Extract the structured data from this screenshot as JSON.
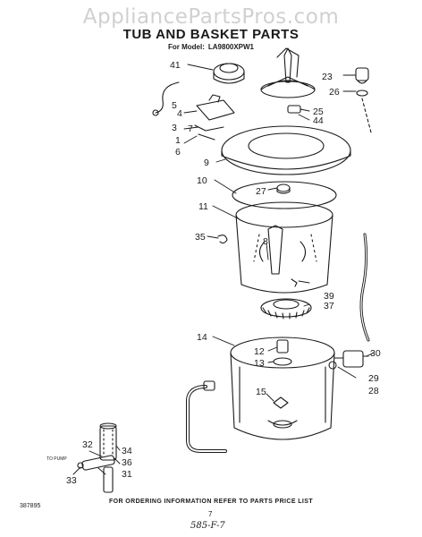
{
  "watermark": "AppliancePartsPros.com",
  "title": "TUB AND BASKET PARTS",
  "model_prefix": "For Model:",
  "model_number": "LA9800XPW1",
  "footer_note": "FOR ORDERING INFORMATION REFER TO PARTS PRICE LIST",
  "doc_number": "387895",
  "page_number": "7",
  "handwritten_code": "585-F-7",
  "drain_label": "TO PUMP",
  "callouts": {
    "c1": "1",
    "c3": "3",
    "c4": "4",
    "c5": "5",
    "c6": "6",
    "c7": "7",
    "c8": "8",
    "c9": "9",
    "c10": "10",
    "c11": "11",
    "c12": "12",
    "c13": "13",
    "c14": "14",
    "c15": "15",
    "c23": "23",
    "c25": "25",
    "c26": "26",
    "c27": "27",
    "c28": "28",
    "c29": "29",
    "c30": "30",
    "c31": "31",
    "c32": "32",
    "c33": "33",
    "c34": "34",
    "c35": "35",
    "c36": "36",
    "c37": "37",
    "c39": "39",
    "c41": "41",
    "c44": "44"
  },
  "colors": {
    "ink": "#1a1a1a",
    "paper": "#ffffff",
    "watermark": "#969696"
  }
}
